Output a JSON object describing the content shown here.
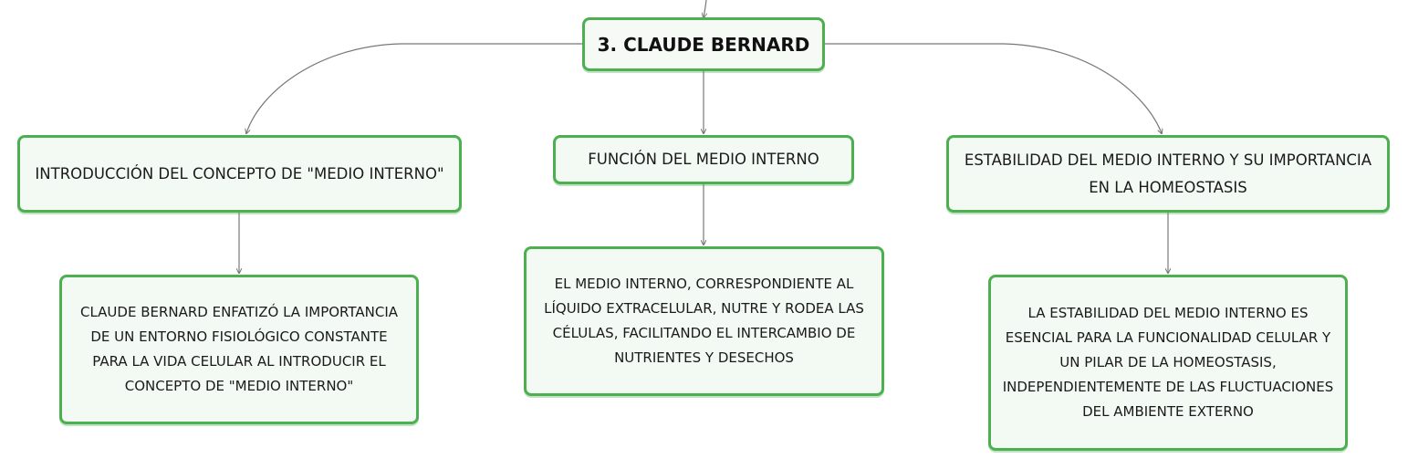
{
  "diagram": {
    "root": {
      "label": "3. CLAUDE BERNARD"
    },
    "branches": [
      {
        "title": "INTRODUCCIÓN DEL CONCEPTO DE \"MEDIO INTERNO\"",
        "detail": "CLAUDE BERNARD ENFATIZÓ LA IMPORTANCIA DE UN ENTORNO FISIOLÓGICO CONSTANTE PARA LA VIDA CELULAR AL INTRODUCIR EL CONCEPTO DE \"MEDIO INTERNO\""
      },
      {
        "title": "FUNCIÓN DEL MEDIO INTERNO",
        "detail": "EL MEDIO INTERNO, CORRESPONDIENTE AL LÍQUIDO EXTRACELULAR, NUTRE Y RODEA LAS CÉLULAS, FACILITANDO EL INTERCAMBIO DE NUTRIENTES Y DESECHOS"
      },
      {
        "title": "ESTABILIDAD DEL MEDIO INTERNO Y SU IMPORTANCIA EN LA HOMEOSTASIS",
        "detail": "LA ESTABILIDAD DEL MEDIO INTERNO ES ESENCIAL PARA LA FUNCIONALIDAD CELULAR Y UN PILAR DE LA HOMEOSTASIS, INDEPENDIENTEMENTE DE LAS FLUCTUACIONES DEL AMBIENTE EXTERNO"
      }
    ]
  },
  "colors": {
    "node_border": "#4caf50",
    "node_fill": "#f3f9f3",
    "connector": "#777777",
    "text": "#1a1a1a"
  }
}
